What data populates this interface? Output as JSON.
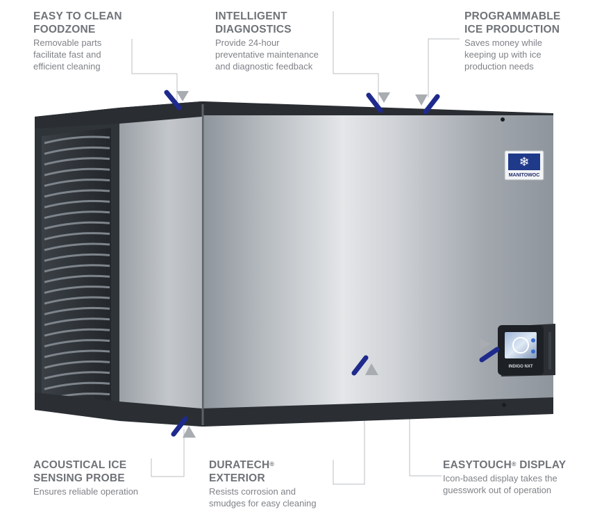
{
  "callouts": {
    "foodzone": {
      "title_lines": [
        "EASY TO CLEAN",
        "FOODZONE"
      ],
      "desc_lines": [
        "Removable parts",
        "facilitate fast and",
        "efficient cleaning"
      ]
    },
    "diagnostics": {
      "title_lines": [
        "INTELLIGENT",
        "DIAGNOSTICS"
      ],
      "desc_lines": [
        "Provide 24-hour",
        "preventative maintenance",
        "and diagnostic feedback"
      ]
    },
    "production": {
      "title_lines": [
        "PROGRAMMABLE",
        "ICE PRODUCTION"
      ],
      "desc_lines": [
        "Saves money while",
        "keeping up with ice",
        "production needs"
      ]
    },
    "probe": {
      "title_lines": [
        "ACOUSTICAL ICE",
        "SENSING PROBE"
      ],
      "desc_lines": [
        "Ensures reliable operation"
      ]
    },
    "exterior": {
      "title_main": "DURATECH",
      "title_mark": "®",
      "title_line2": "EXTERIOR",
      "desc_lines": [
        "Resists corrosion and",
        "smudges for easy cleaning"
      ]
    },
    "display": {
      "title_main": "EASYTOUCH",
      "title_mark": "®",
      "title_rest": " DISPLAY",
      "desc_lines": [
        "Icon-based display takes the",
        "guesswork out of operation"
      ]
    }
  },
  "product": {
    "badge_brand": "MANITOWOC",
    "display_brand": "INDIGO NXT"
  },
  "colors": {
    "marker_blue": "#1e2a8c",
    "marker_gray": "#a9acb1",
    "leader_line": "#b9bcc0",
    "heading": "#6f7378",
    "body_text": "#7f8287"
  }
}
